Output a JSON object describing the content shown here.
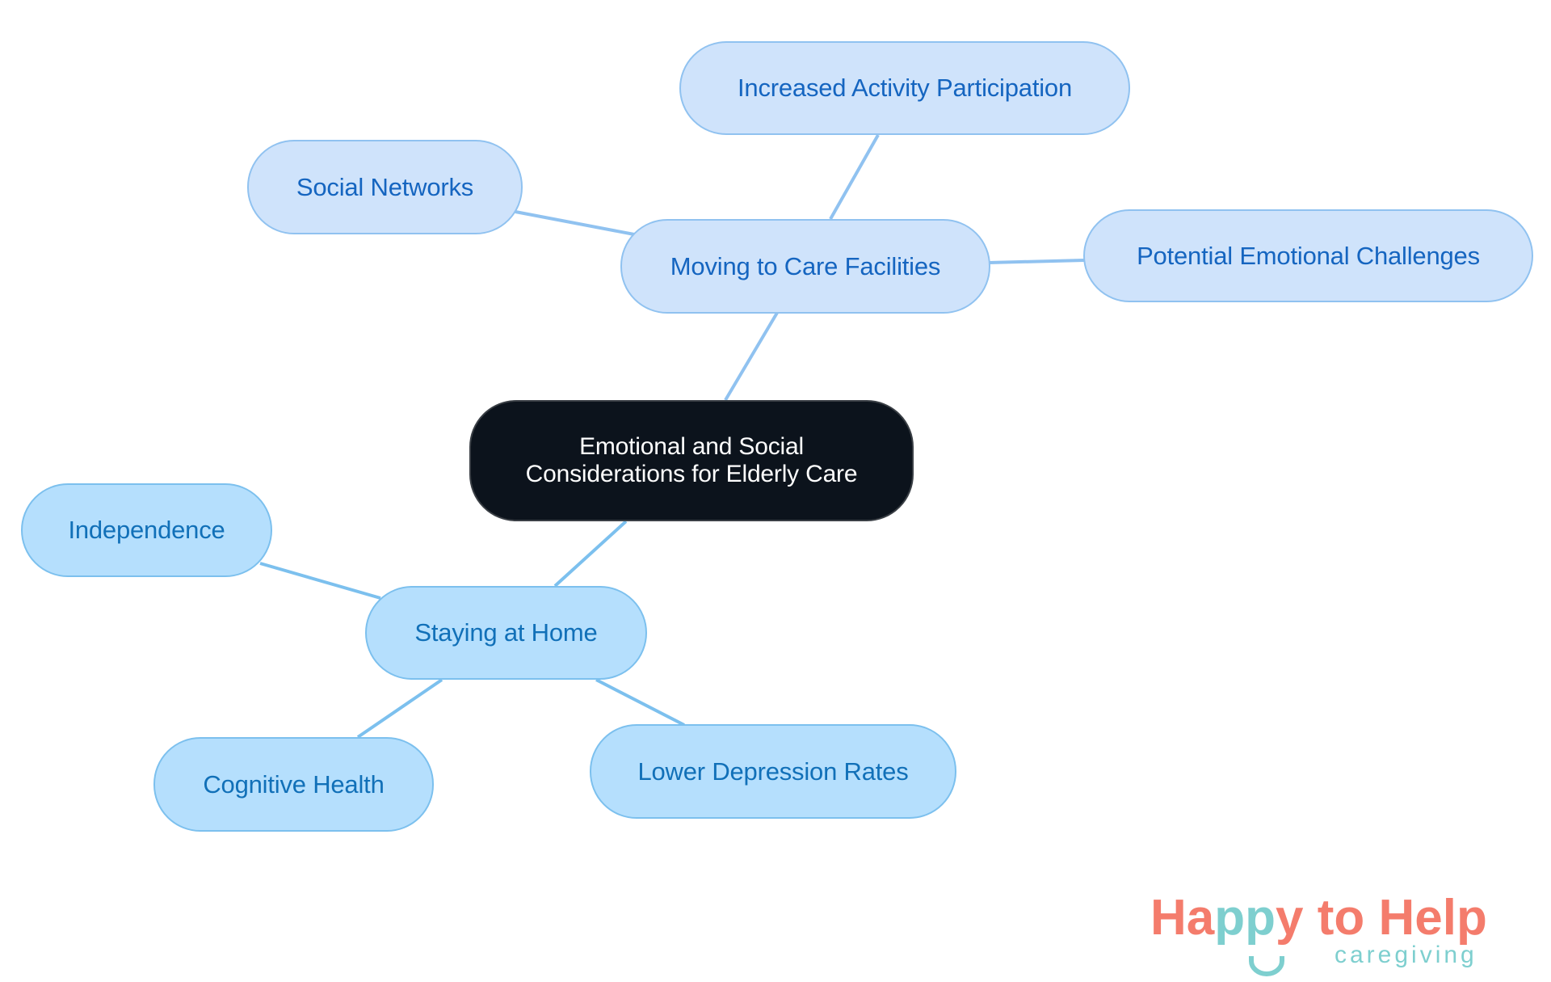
{
  "diagram": {
    "type": "mind-map",
    "colors": {
      "root_fill": "#0c131c",
      "root_text": "#ffffff",
      "care_branch_fill": "#cfe3fb",
      "care_branch_stroke": "#90c2f0",
      "care_branch_text": "#1565c0",
      "home_branch_fill": "#b5dffd",
      "home_branch_stroke": "#7cc0ee",
      "home_branch_text": "#1170b8"
    },
    "root": {
      "line1": "Emotional and Social",
      "line2": "Considerations for Elderly Care"
    },
    "branches": [
      {
        "label": "Moving to Care Facilities",
        "children": [
          {
            "label": "Increased Activity Participation"
          },
          {
            "label": "Social Networks"
          },
          {
            "label": "Potential Emotional Challenges"
          }
        ]
      },
      {
        "label": "Staying at Home",
        "children": [
          {
            "label": "Independence"
          },
          {
            "label": "Cognitive Health"
          },
          {
            "label": "Lower Depression Rates"
          }
        ]
      }
    ]
  },
  "logo": {
    "part1": "Ha",
    "part2": "pp",
    "part3": "y to Help",
    "subtitle": "caregiving",
    "coral": "#f47c6c",
    "teal": "#7ecfcf"
  }
}
